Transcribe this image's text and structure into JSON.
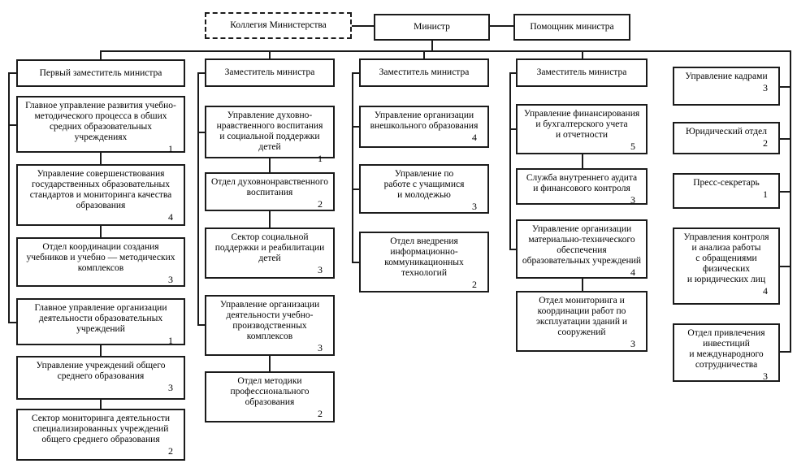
{
  "top": {
    "collegium": {
      "label": "Коллегия Министерства"
    },
    "minister": {
      "label": "Министр"
    },
    "assistant": {
      "label": "Помощник министра"
    }
  },
  "columns": [
    {
      "header": "Первый заместитель министра",
      "boxes": [
        {
          "label": "Главное управление развития учебно-\nметодического процесса в обших\nсредних образовательных\nучреждениях",
          "count": "1"
        },
        {
          "label": "Управление совершенствования\nгосударственных образовательных\nстандартов и мониторинга качества\nобразования",
          "count": "4"
        },
        {
          "label": "Отдел координации создания\nучебников и учебно — методических\nкомплексов",
          "count": "3"
        },
        {
          "label": "Главное управление организации\nдеятельности образовательных\nучреждений",
          "count": "1"
        },
        {
          "label": "Управление учреждений общего\nсреднего образования",
          "count": "3"
        },
        {
          "label": "Сектор мониторинга деятельности\nспециализированных учреждений\nобщего среднего образования",
          "count": "2"
        }
      ]
    },
    {
      "header": "Заместитель министра",
      "boxes": [
        {
          "label": "Управление духовно-\nнравственного воспитания\nи социальной поддержки детей",
          "count": "1"
        },
        {
          "label": "Отдел духовнонравственного\nвоспитания",
          "count": "2"
        },
        {
          "label": "Сектор социальной\nподдержки и реабилитации\nдетей",
          "count": "3"
        },
        {
          "label": "Управление организации\nдеятельности учебно-\nпроизводственных\nкомплексов",
          "count": "3"
        },
        {
          "label": "Отдел методики\nпрофессионального\nобразования",
          "count": "2"
        }
      ]
    },
    {
      "header": "Заместитель министра",
      "boxes": [
        {
          "label": "Управление организации\nвнешкольного образования",
          "count": "4"
        },
        {
          "label": "Управление по\nработе с учащимися\nи молодежью",
          "count": "3"
        },
        {
          "label": "Отдел внедрения\nинформационно-\nкоммуникационных\nтехнологий",
          "count": "2"
        }
      ]
    },
    {
      "header": "Заместитель министра",
      "boxes": [
        {
          "label": "Управление финансирования\nи бухгалтерского учета\nи отчетности",
          "count": "5"
        },
        {
          "label": "Служба внутреннего аудита\nи финансового контроля",
          "count": "3"
        },
        {
          "label": "Управление организации\nматериально-технического\nобеспечения\nобразовательных учреждений",
          "count": "4"
        },
        {
          "label": "Отдел мониторинга и\nкоординации работ по\nэксплуатации зданий и\nсооружений",
          "count": "3"
        }
      ]
    }
  ],
  "right_column": {
    "boxes": [
      {
        "label": "Управление кадрами",
        "count": "3"
      },
      {
        "label": "Юридический отдел",
        "count": "2"
      },
      {
        "label": "Пресс-секретарь",
        "count": "1"
      },
      {
        "label": "Управления контроля\nи анализа работы\nс обращениями\nфизических\nи юридических лиц",
        "count": "4"
      },
      {
        "label": "Отдел привлечения\nинвестиций\nи международного\nсотрудничества",
        "count": "3"
      }
    ]
  },
  "colors": {
    "line": "#1b1b1b",
    "background": "#ffffff"
  }
}
